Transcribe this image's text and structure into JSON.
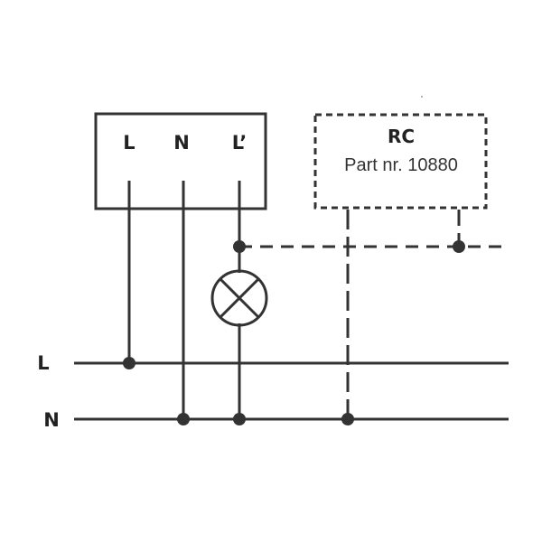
{
  "device": {
    "terminal_l": "L",
    "terminal_n": "N",
    "terminal_l_switched": "L’"
  },
  "remote": {
    "title": "RC",
    "part_number": "Part nr. 10880"
  },
  "rails": {
    "live_label": "L",
    "neutral_label": "N"
  },
  "colors": {
    "line": "#333333",
    "text": "#222222",
    "background": "#ffffff"
  },
  "icons": {
    "lamp": "lamp-symbol"
  }
}
